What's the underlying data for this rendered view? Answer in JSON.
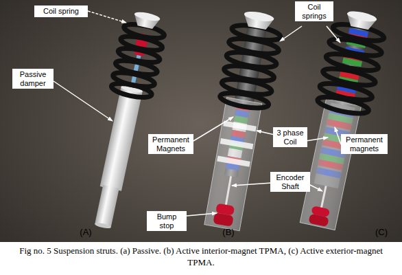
{
  "diagram": {
    "caption": "Fig no. 5 Suspension struts. (a) Passive. (b) Active interior-magnet TPMA, (c) Active exterior-magnet TPMA.",
    "nodes": [
      {
        "text": [
          "Coil spring"
        ]
      },
      {
        "text": [
          "Passive damper"
        ]
      },
      {
        "text": [
          "Coil springs"
        ]
      },
      {
        "text": [
          "Permanent Magnets"
        ]
      },
      {
        "text": [
          "3 phase Coil"
        ]
      },
      {
        "text": [
          "Encoder Shaft"
        ]
      },
      {
        "text": [
          "Permanent magnets"
        ]
      },
      {
        "text": [
          "Bump stop"
        ]
      }
    ],
    "labels": [
      "(A)",
      "(B)",
      "(C)"
    ]
  }
}
